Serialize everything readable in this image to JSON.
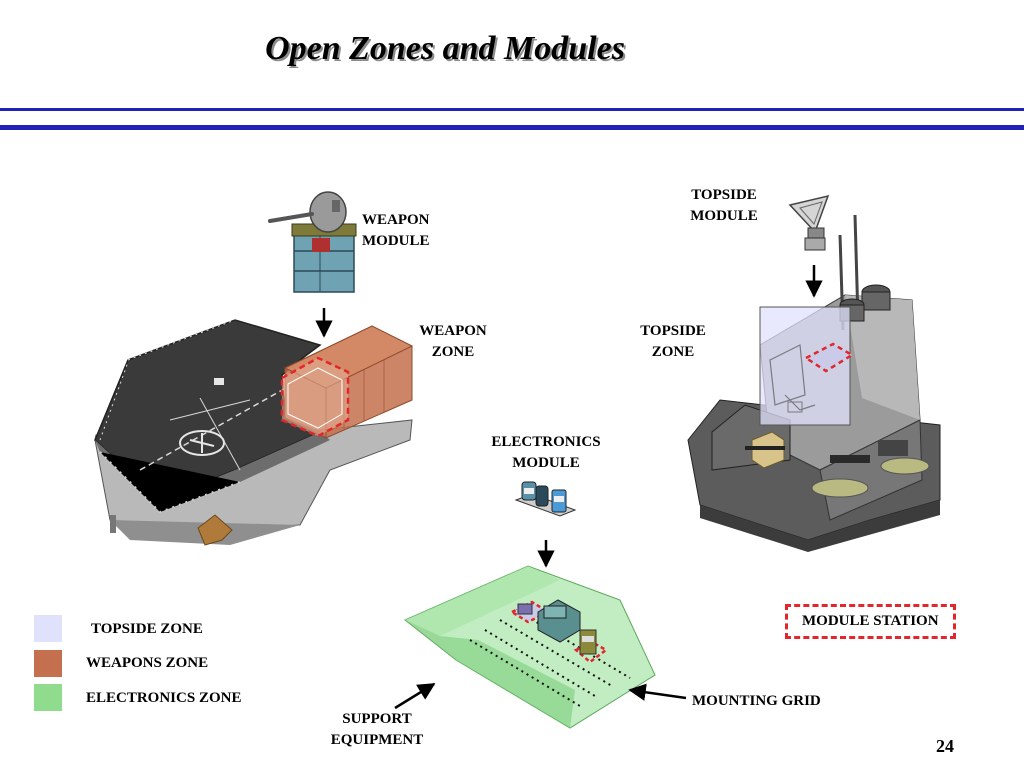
{
  "title": "Open Zones and Modules",
  "labels": {
    "weapon_module": [
      "WEAPON",
      "MODULE"
    ],
    "weapon_zone": [
      "WEAPON",
      "ZONE"
    ],
    "topside_module": [
      "TOPSIDE",
      "MODULE"
    ],
    "topside_zone": [
      "TOPSIDE",
      "ZONE"
    ],
    "electronics_module": [
      "ELECTRONICS",
      "MODULE"
    ],
    "support_equipment": [
      "SUPPORT",
      "EQUIPMENT"
    ],
    "mounting_grid": "MOUNTING GRID",
    "module_station": "MODULE STATION"
  },
  "legend": [
    {
      "label": "TOPSIDE ZONE",
      "color": "#e0e2fb"
    },
    {
      "label": "WEAPONS ZONE",
      "color": "#c4704e"
    },
    {
      "label": "ELECTRONICS ZONE",
      "color": "#8fdc8f"
    }
  ],
  "colors": {
    "rule": "#1f22b5",
    "station_dash": "#e3262c",
    "topside_zone": "#e0e2fb",
    "weapons_zone": "#c4704e",
    "electronics_zone": "#8fdc8f"
  },
  "page_number": "24"
}
